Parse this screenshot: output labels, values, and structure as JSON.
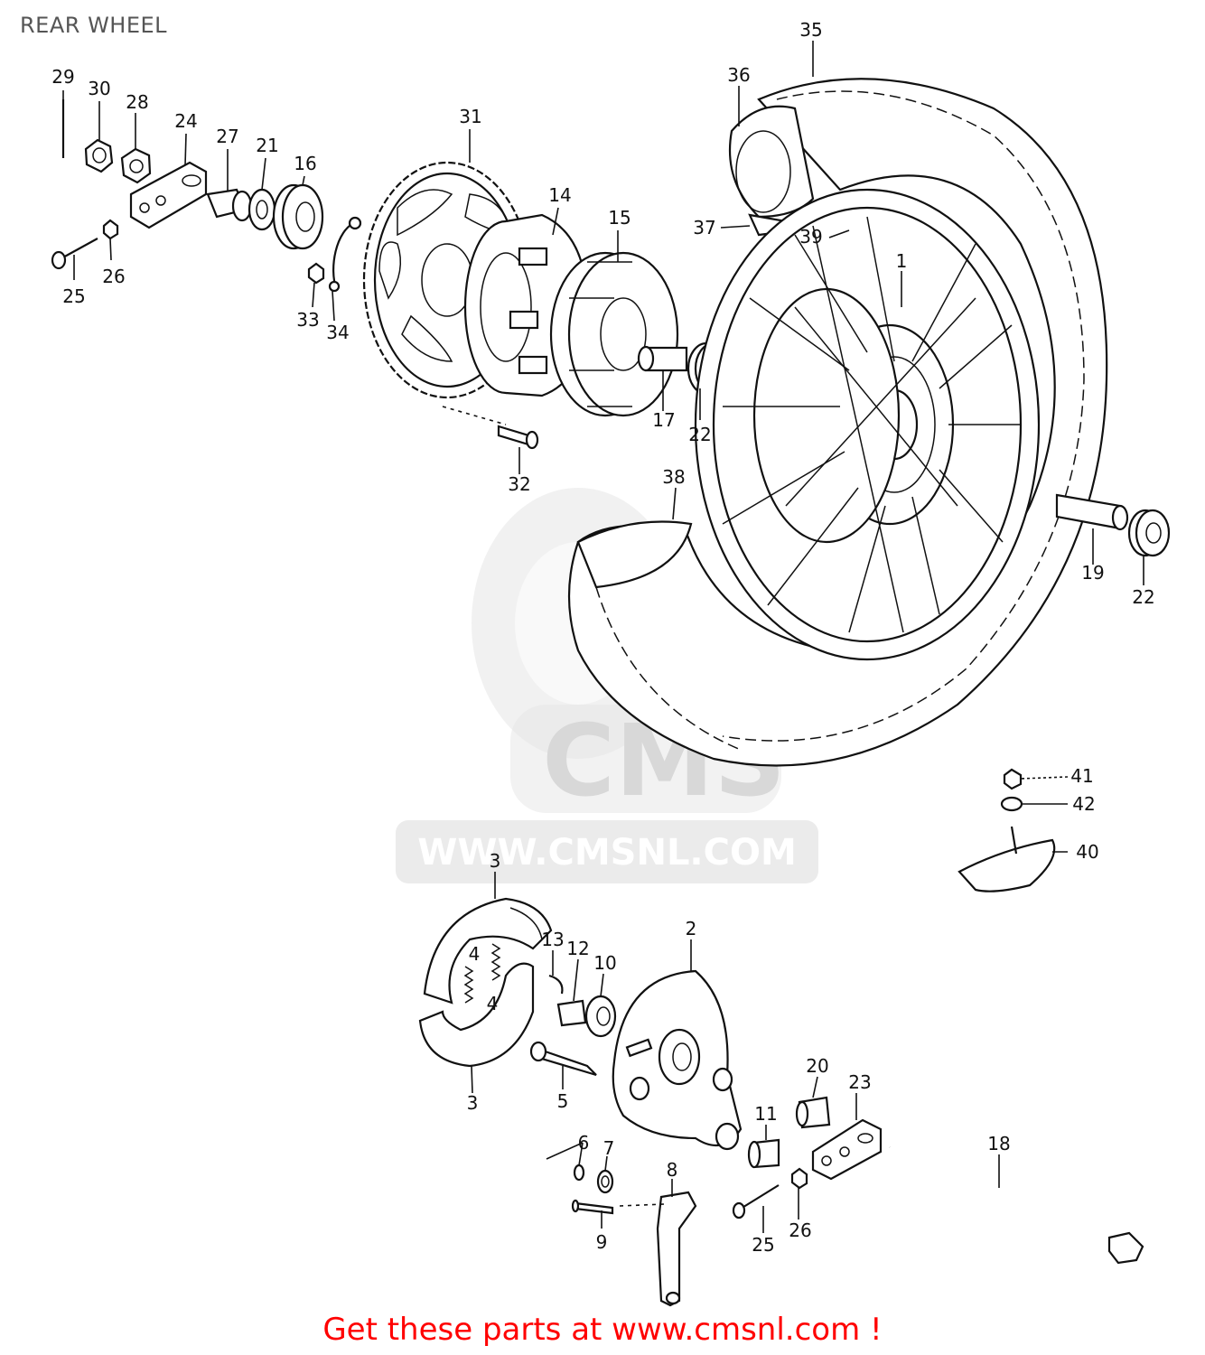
{
  "page": {
    "title": "REAR WHEEL"
  },
  "watermark": {
    "brand": "CMS",
    "url": "WWW.CMSNL.COM"
  },
  "footer": {
    "cta": "Get these parts at www.cmsnl.com !"
  },
  "callouts": [
    {
      "id": "c29",
      "num": "29"
    },
    {
      "id": "c30",
      "num": "30"
    },
    {
      "id": "c28",
      "num": "28"
    },
    {
      "id": "c24",
      "num": "24"
    },
    {
      "id": "c27",
      "num": "27"
    },
    {
      "id": "c21",
      "num": "21"
    },
    {
      "id": "c16",
      "num": "16"
    },
    {
      "id": "c25a",
      "num": "25"
    },
    {
      "id": "c26a",
      "num": "26"
    },
    {
      "id": "c33",
      "num": "33"
    },
    {
      "id": "c34",
      "num": "34"
    },
    {
      "id": "c31",
      "num": "31"
    },
    {
      "id": "c14",
      "num": "14"
    },
    {
      "id": "c15",
      "num": "15"
    },
    {
      "id": "c17",
      "num": "17"
    },
    {
      "id": "c22a",
      "num": "22"
    },
    {
      "id": "c32",
      "num": "32"
    },
    {
      "id": "c35",
      "num": "35"
    },
    {
      "id": "c36",
      "num": "36"
    },
    {
      "id": "c37",
      "num": "37"
    },
    {
      "id": "c39",
      "num": "39"
    },
    {
      "id": "c1",
      "num": "1"
    },
    {
      "id": "c38",
      "num": "38"
    },
    {
      "id": "c19",
      "num": "19"
    },
    {
      "id": "c22b",
      "num": "22"
    },
    {
      "id": "c41",
      "num": "41"
    },
    {
      "id": "c42",
      "num": "42"
    },
    {
      "id": "c40",
      "num": "40"
    },
    {
      "id": "c3a",
      "num": "3"
    },
    {
      "id": "c4a",
      "num": "4"
    },
    {
      "id": "c4b",
      "num": "4"
    },
    {
      "id": "c3b",
      "num": "3"
    },
    {
      "id": "c13",
      "num": "13"
    },
    {
      "id": "c12",
      "num": "12"
    },
    {
      "id": "c10",
      "num": "10"
    },
    {
      "id": "c2",
      "num": "2"
    },
    {
      "id": "c5",
      "num": "5"
    },
    {
      "id": "c20",
      "num": "20"
    },
    {
      "id": "c23",
      "num": "23"
    },
    {
      "id": "c11",
      "num": "11"
    },
    {
      "id": "c18",
      "num": "18"
    },
    {
      "id": "c6",
      "num": "6"
    },
    {
      "id": "c7",
      "num": "7"
    },
    {
      "id": "c8",
      "num": "8"
    },
    {
      "id": "c9",
      "num": "9"
    },
    {
      "id": "c25b",
      "num": "25"
    },
    {
      "id": "c26b",
      "num": "26"
    }
  ]
}
